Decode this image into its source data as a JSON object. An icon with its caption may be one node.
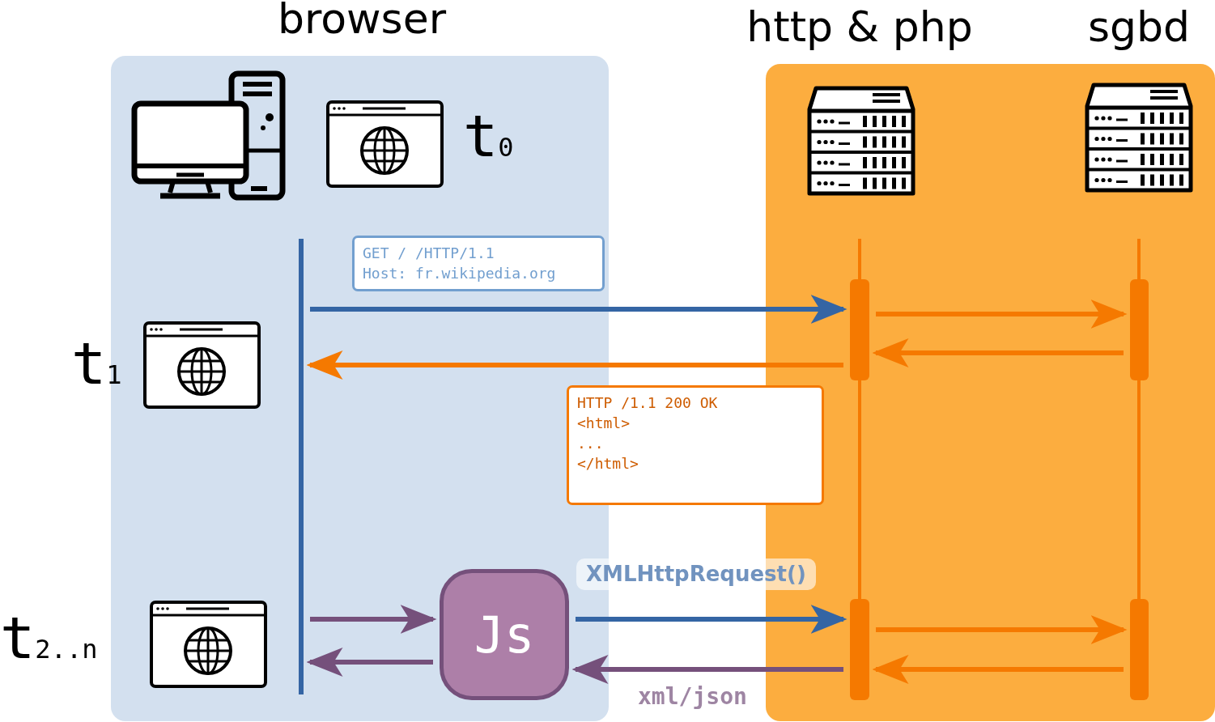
{
  "diagram": {
    "nodes": [
      {
        "text": [
          "browser"
        ]
      },
      {
        "text": [
          "http & php",
          "sgbd"
        ]
      },
      {
        "text": [
          "GET / /HTTP/1.1",
          "Host: fr.wikipedia.org"
        ],
        "in": 0
      },
      {
        "text": [
          "HTTP /1.1 200 OK",
          "<html>",
          "...",
          "</html>"
        ]
      },
      {
        "text": [],
        "shape": "bar",
        "in": 0
      },
      {
        "text": [
          "Js"
        ],
        "in": 0
      },
      {
        "text": [],
        "shape": "bar",
        "in": 1
      },
      {
        "text": [],
        "shape": "bar",
        "in": 1
      },
      {
        "text": [],
        "shape": "bar",
        "in": 1
      },
      {
        "text": [],
        "shape": "bar",
        "in": 1
      }
    ],
    "edges": [
      {
        "from": 4,
        "to": 6,
        "arrow": "to",
        "color": "#3465a4"
      },
      {
        "from": 6,
        "to": 4,
        "arrow": "to"
      },
      {
        "from": 6,
        "to": 7,
        "arrow": "to"
      },
      {
        "from": 7,
        "to": 6,
        "arrow": "to"
      },
      {
        "from": 4,
        "to": 5,
        "arrow": "to",
        "color": "#75507b"
      },
      {
        "from": 5,
        "to": 4,
        "arrow": "to",
        "color": "#75507b"
      },
      {
        "from": 5,
        "to": 8,
        "arrow": "to",
        "label": "XMLHttpRequest()",
        "color": "#3465a4"
      },
      {
        "from": 8,
        "to": 5,
        "arrow": "to",
        "label": "xml/json",
        "color": "#75507b"
      },
      {
        "from": 8,
        "to": 9,
        "arrow": "to"
      },
      {
        "from": 9,
        "to": 8,
        "arrow": "to"
      }
    ],
    "labels": [
      "t$_{0}$",
      "t$_{1}$",
      "t$_{2..n}$"
    ]
  }
}
